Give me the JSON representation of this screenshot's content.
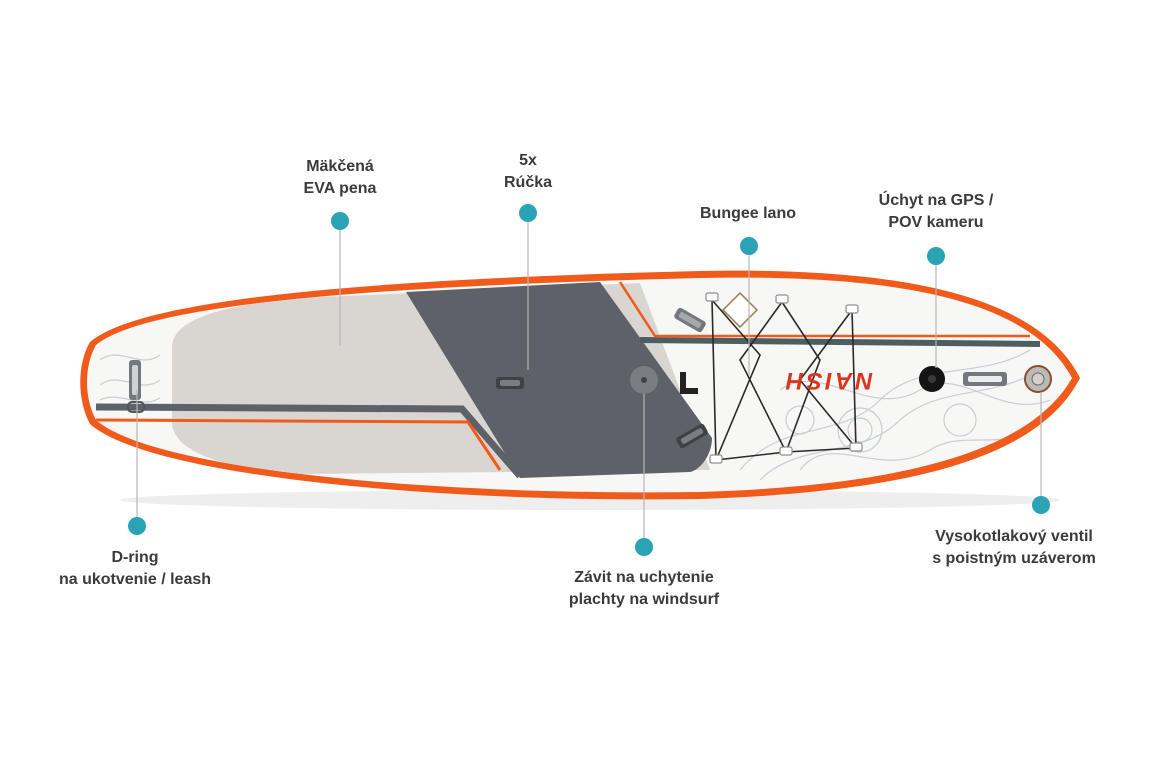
{
  "accent_color": "#2aa3b5",
  "board": {
    "brand": "NAISH",
    "outline_color": "#f05a1a",
    "deck_color": "#d9d6d2",
    "pad_color": "#5e6268"
  },
  "callouts": [
    {
      "id": "eva",
      "line1": "Mäkčená",
      "line2": "EVA pena"
    },
    {
      "id": "handles",
      "line1": "5x",
      "line2": "Rúčka"
    },
    {
      "id": "bungee",
      "line1": "Bungee lano",
      "line2": ""
    },
    {
      "id": "gps",
      "line1": "Úchyt na GPS /",
      "line2": "POV kameru"
    },
    {
      "id": "dring",
      "line1": "D-ring",
      "line2": "na ukotvenie / leash"
    },
    {
      "id": "windsurf",
      "line1": "Závit na uchytenie",
      "line2": "plachty na windsurf"
    },
    {
      "id": "valve",
      "line1": "Vysokotlakový ventil",
      "line2": "s poistným uzáverom"
    }
  ]
}
